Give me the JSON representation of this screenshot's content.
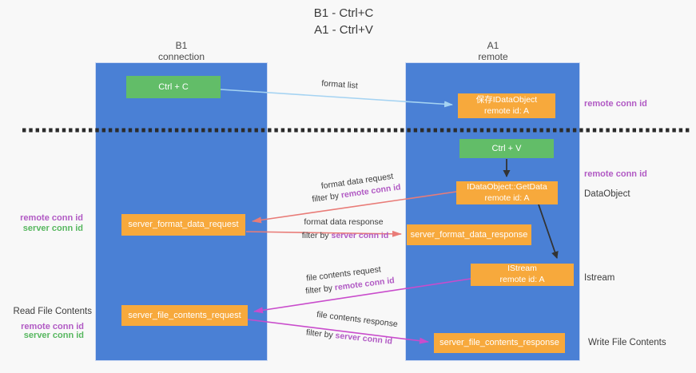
{
  "title": {
    "line1": "B1 - Ctrl+C",
    "line2": "A1 - Ctrl+V"
  },
  "lifelines": {
    "b1": {
      "name": "B1",
      "role": "connection"
    },
    "a1": {
      "name": "A1",
      "role": "remote"
    }
  },
  "boxes": {
    "ctrl_c": {
      "label": "Ctrl + C"
    },
    "ctrl_v": {
      "label": "Ctrl + V"
    },
    "save_idataobject": {
      "line1": "保存IDataObject",
      "line2": "remote id: A"
    },
    "getdata": {
      "line1": "IDataObject::GetData",
      "line2": "remote id: A"
    },
    "istream": {
      "line1": "IStream",
      "line2": "remote id: A"
    },
    "format_request": {
      "label": "server_format_data_request"
    },
    "format_response": {
      "label": "server_format_data_response"
    },
    "file_request": {
      "label": "server_file_contents_request"
    },
    "file_response": {
      "label": "server_file_contents_response"
    }
  },
  "arrow_labels": {
    "format_list": "format list",
    "format_data_request": "format data request",
    "format_data_response": "format data response",
    "file_contents_request": "file contents request",
    "file_contents_response": "file contents response",
    "filter_by": "filter by ",
    "remote_conn_id": "remote conn id",
    "server_conn_id": "server conn id"
  },
  "side_labels": {
    "right_remote_conn_1": "remote conn id",
    "right_remote_conn_2": "remote conn id",
    "dataobject": "DataObject",
    "istream": "Istream",
    "write_file_contents": "Write File Contents",
    "left_remote_conn_1": "remote conn id",
    "left_server_conn_1": "server conn id",
    "read_file_contents": "Read File Contents",
    "left_remote_conn_2": "remote conn id",
    "left_server_conn_2": "server conn id"
  },
  "colors": {
    "background": "#f8f8f8",
    "column_blue": "#4a80d5",
    "box_green": "#62bd68",
    "box_orange": "#f7a93c",
    "purple_text": "#b15ac4",
    "green_text": "#57b75f",
    "arrow_red": "#e97c78",
    "arrow_magenta": "#c94ccc",
    "arrow_lightblue": "#a5d3f2",
    "arrow_black": "#333333",
    "dashed_separator": "#2b2b2b"
  }
}
